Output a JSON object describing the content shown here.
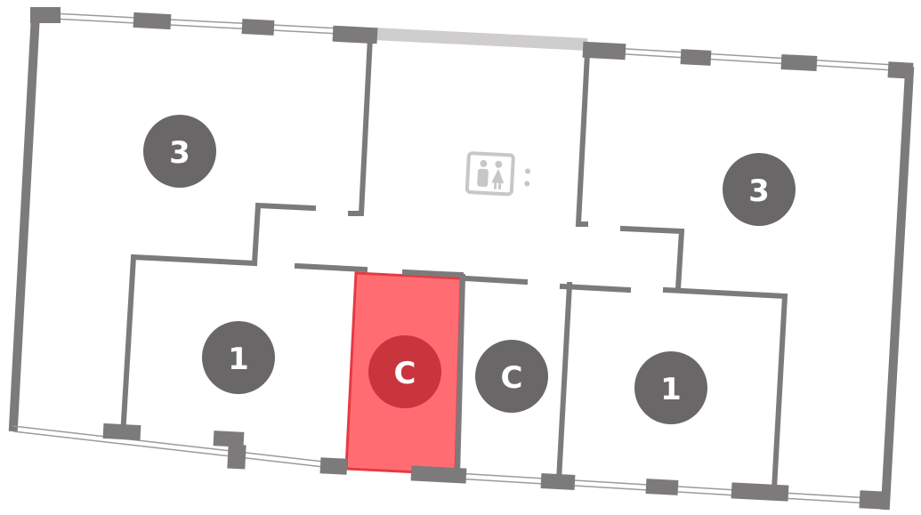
{
  "colors": {
    "wall": "#7d7a7b",
    "window": "#9c9a9b",
    "badge": "#6a6768",
    "badge_selected": "#c8353d",
    "selected_fill": "#ff6d72",
    "selected_stroke": "#e63a44",
    "icon": "#c9c6c7"
  },
  "units": [
    {
      "id": "top-left",
      "label": "3",
      "selected": false
    },
    {
      "id": "top-right",
      "label": "3",
      "selected": false
    },
    {
      "id": "bottom-left",
      "label": "1",
      "selected": false
    },
    {
      "id": "storage-selected",
      "label": "C",
      "selected": true
    },
    {
      "id": "storage",
      "label": "C",
      "selected": false
    },
    {
      "id": "bottom-right",
      "label": "1",
      "selected": false
    }
  ],
  "core": {
    "icon": "restroom-icon"
  }
}
